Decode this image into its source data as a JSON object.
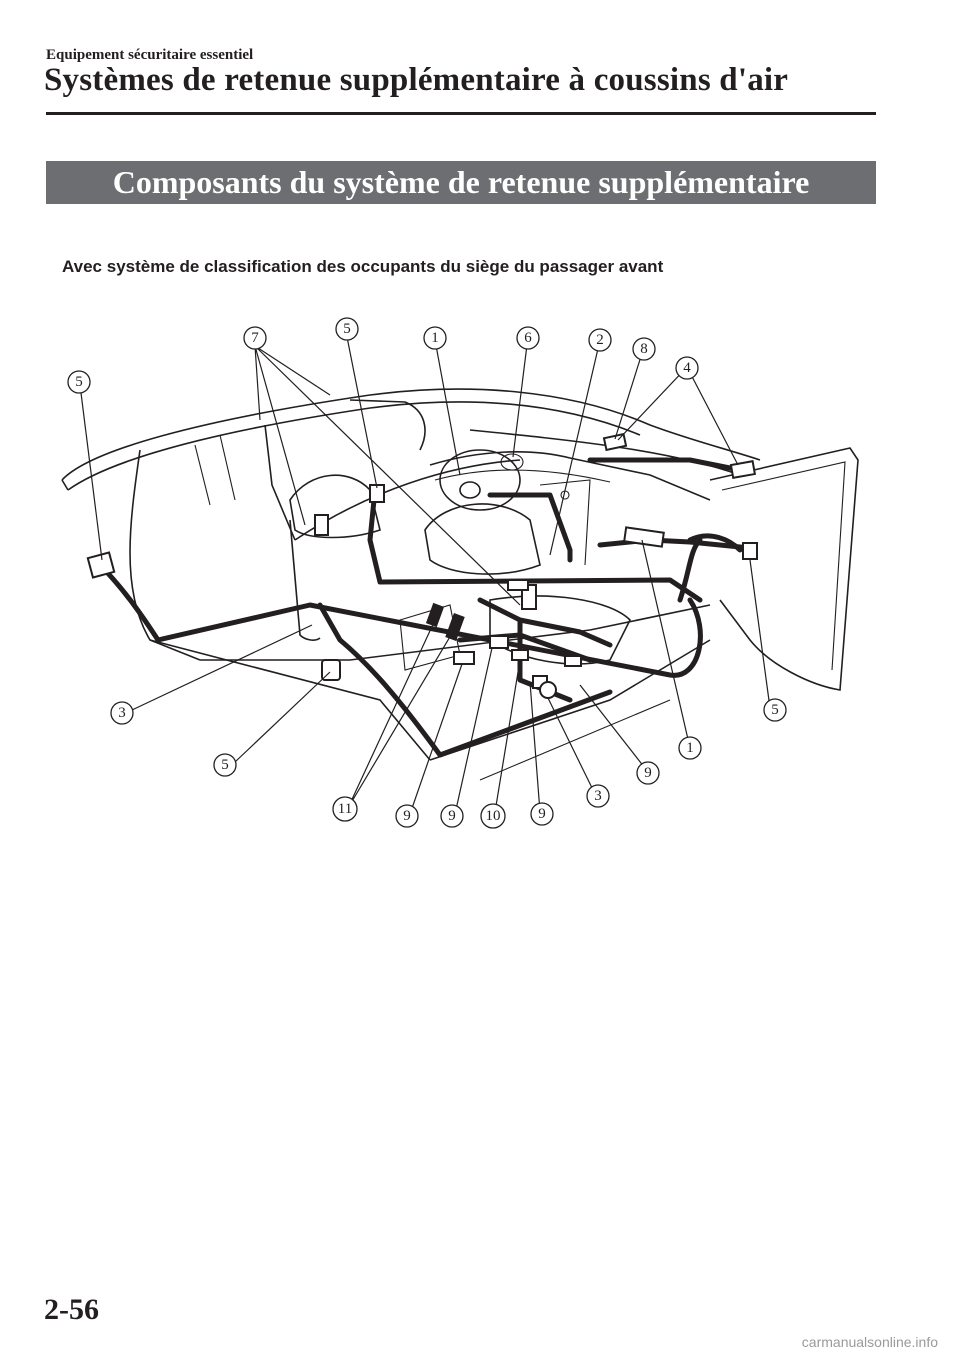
{
  "header": {
    "section": "Equipement sécuritaire essentiel",
    "title": "Systèmes de retenue supplémentaire à coussins d'air"
  },
  "banner": "Composants du système de retenue supplémentaire",
  "subtitle": "Avec système de classification des occupants du siège du passager avant",
  "diagram": {
    "callouts": [
      "7",
      "5",
      "1",
      "6",
      "2",
      "8",
      "4",
      "5",
      "3",
      "5",
      "5",
      "1",
      "9",
      "3",
      "9",
      "10",
      "9",
      "9",
      "11"
    ]
  },
  "footer": {
    "page_number": "2-56",
    "watermark": "carmanualsonline.info"
  }
}
